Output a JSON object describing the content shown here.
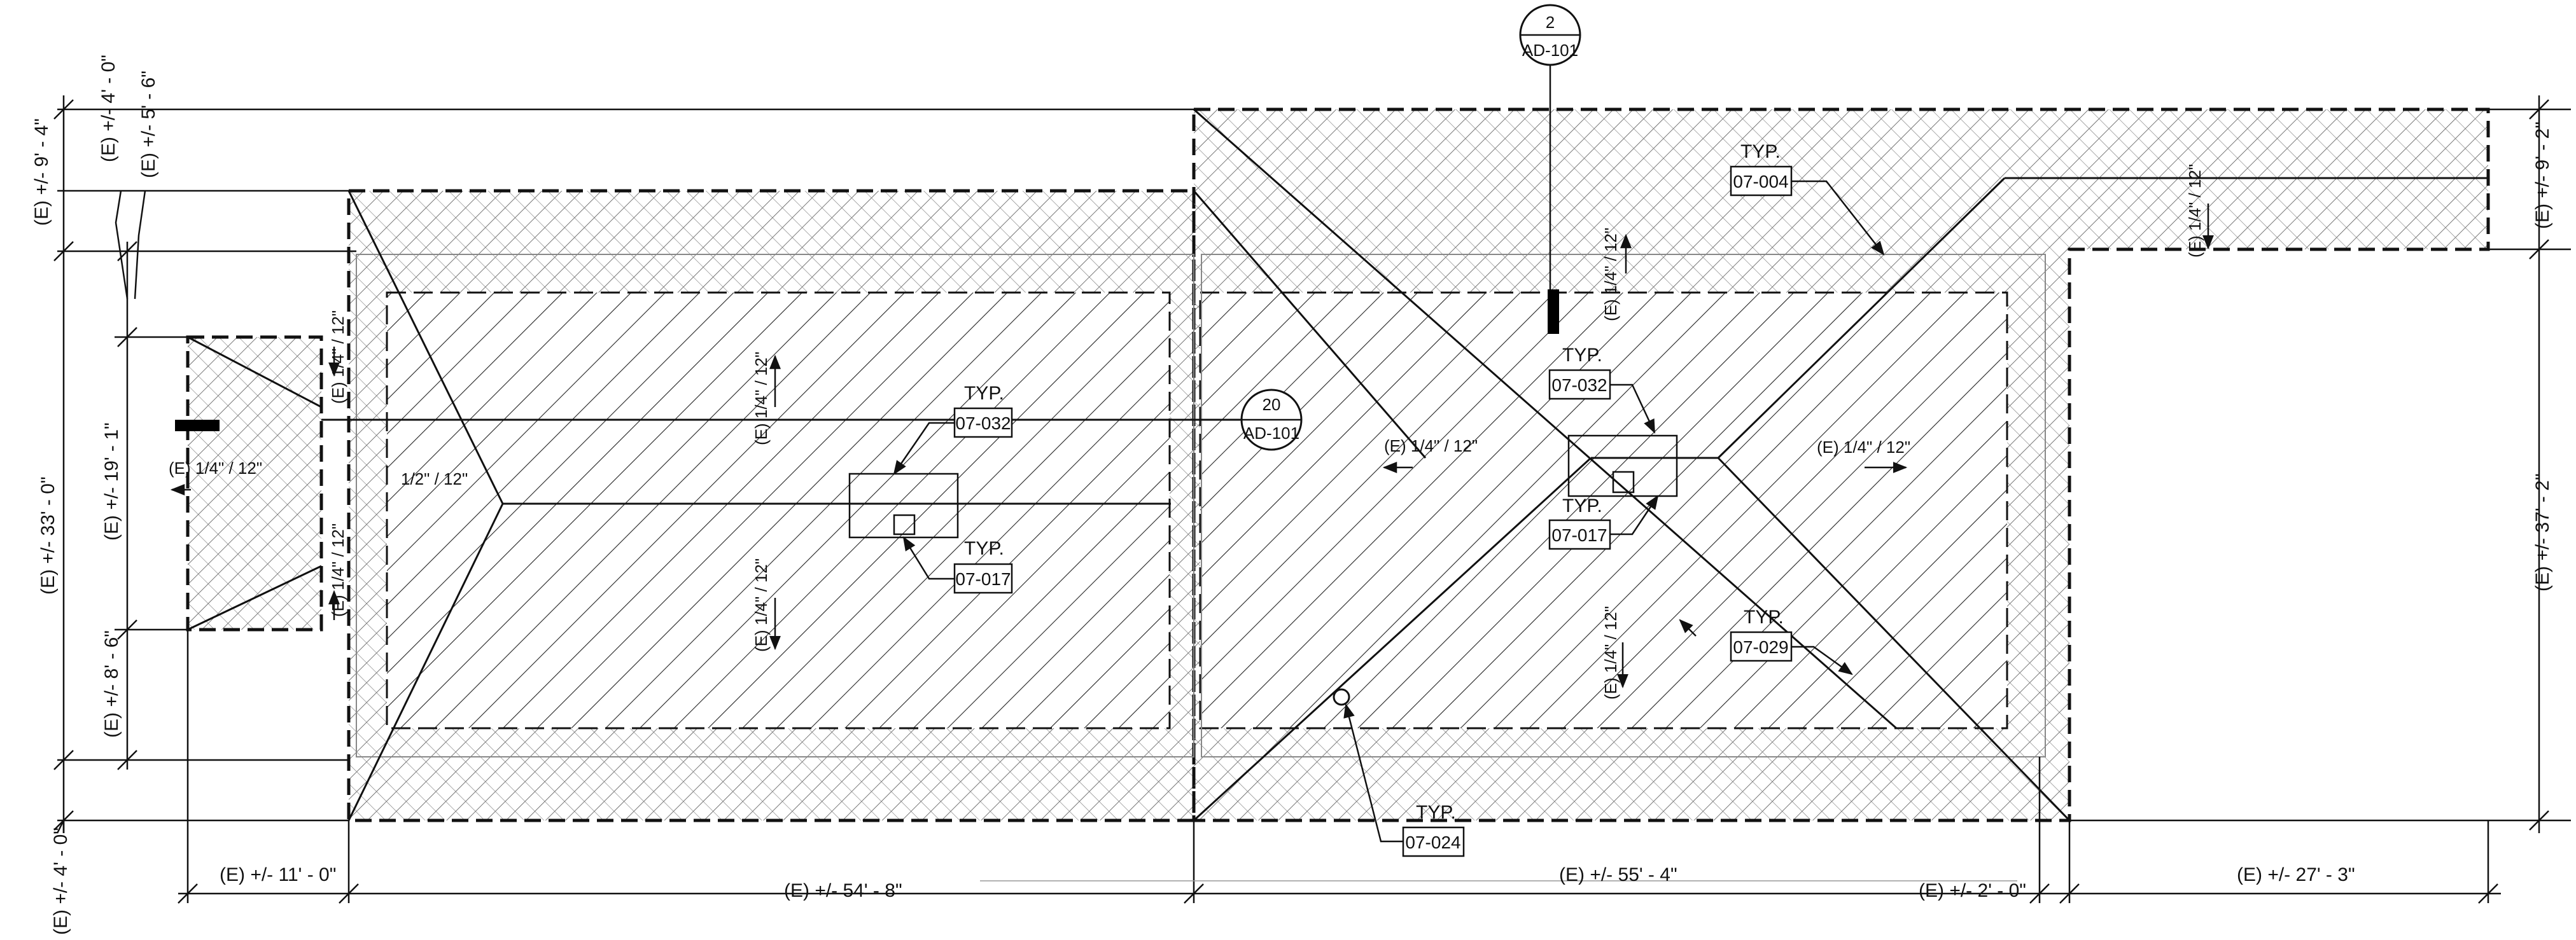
{
  "colors": {
    "ink": "#111111",
    "hatch": "#333333",
    "background": "#ffffff"
  },
  "dimensions": {
    "left": {
      "top_4_0": "(E) +/- 4' - 0\"",
      "top_5_6": "(E) +/- 5' - 6\"",
      "top_9_4": "(E) +/- 9' - 4\"",
      "mid_33_0": "(E) +/- 33' - 0\"",
      "mid_19_1": "(E) +/- 19' - 1\"",
      "mid_8_6": "(E) +/- 8' - 6\"",
      "bot_4_0": "(E) +/- 4' - 0\""
    },
    "right": {
      "top_9_2": "(E) +/- 9' - 2\"",
      "mid_37_2": "(E) +/- 37' - 2\""
    },
    "bottom": {
      "d_11_0": "(E) +/- 11' - 0\"",
      "d_54_8": "(E) +/- 54' - 8\"",
      "d_55_4": "(E) +/- 55' - 4\"",
      "d_2_0": "(E) +/- 2' - 0\"",
      "d_27_3": "(E) +/- 27' - 3\""
    }
  },
  "slopes": {
    "small_roof_top": "(E) 1/4\" / 12\"",
    "small_roof_bottom": "(E) 1/4\" / 12\"",
    "small_roof_left": "(E) 1/4\" / 12\"",
    "half_inch": "1/2\" / 12\"",
    "west_upper": "(E) 1/4\" / 12\"",
    "west_lower": "(E) 1/4\" / 12\"",
    "east_left": "(E) 1/4\" / 12\"",
    "east_right": "(E) 1/4\" / 12\"",
    "east_upper": "(E) 1/4\" / 12\"",
    "east_lower": "(E) 1/4\" / 12\"",
    "wing": "(E) 1/4\" / 12\""
  },
  "callouts": {
    "typ": "TYP.",
    "west_drain_top": "07-032",
    "west_drain_bottom": "07-017",
    "east_drain_top": "07-032",
    "east_drain_bottom": "07-017",
    "wing": "07-004",
    "east_flashing": "07-029",
    "vent": "07-024"
  },
  "section_bubbles": {
    "top": {
      "number": "2",
      "sheet": "AD-101"
    },
    "middle": {
      "number": "20",
      "sheet": "AD-101"
    }
  }
}
